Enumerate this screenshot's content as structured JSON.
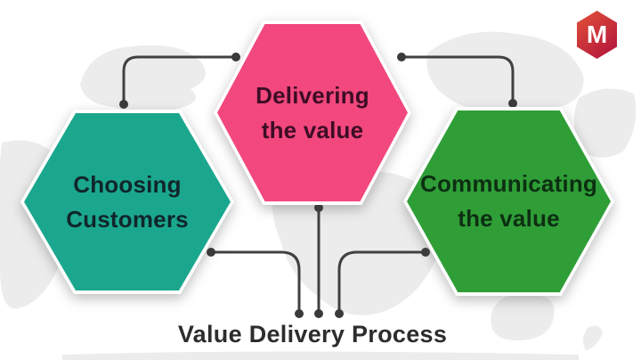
{
  "title": {
    "text": "Value Delivery Process",
    "color": "#2d2d2d"
  },
  "logo": {
    "letter": "M",
    "gradient_start": "#dd4b3a",
    "gradient_end": "#b5173b",
    "text_color": "#ffffff"
  },
  "hexagons": [
    {
      "name": "choosing-customers",
      "line1": "Choosing",
      "line2": "Customers",
      "fill": "#1ba78e",
      "text_color": "#10262b"
    },
    {
      "name": "delivering-the-value",
      "line1": "Delivering",
      "line2": "the value",
      "fill": "#f2487d",
      "text_color": "#3d0d26"
    },
    {
      "name": "communicating-the-value",
      "line1": "Communicating",
      "line2": "the value",
      "fill": "#2f9e37",
      "text_color": "#0d2f12"
    }
  ],
  "connectors": {
    "line_color": "#414141",
    "dot_color": "#3a3a3a"
  },
  "background_map_color": "#ececec"
}
